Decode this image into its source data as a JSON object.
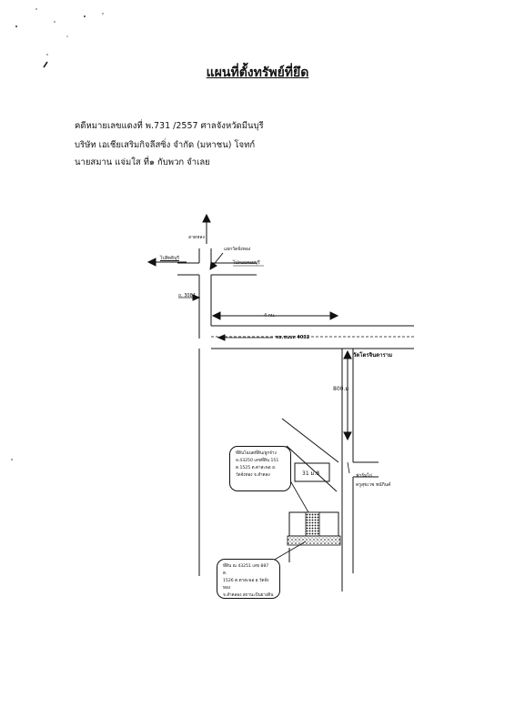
{
  "title": "แผนที่ตั้งทรัพย์ที่ยึด",
  "header": {
    "case_line": "คดีหมายเลขแดงที่ พ.731 /2557   ศาลจังหวัดมีนบุรี",
    "plaintiff_line": "บริษัท  เอเชียเสริมกิจลีสซิ่ง จำกัด (มหาชน) โจทก์",
    "defendant_line": "นายสมาน แจ่มใส  ที่๑ กับพวก              จำเลย"
  },
  "map": {
    "labels": {
      "north_place": "ลาดหลง",
      "west_place": "ไปสิทธิบุรี",
      "junction": "แยกวัดจั่งทอง",
      "east_place": "ไปดอยสอยบุรี",
      "route_3084": "ถ. 3084",
      "distance_4km": "4 กม.",
      "road_4032": "ทล.ชนบท 4032",
      "temple": "วัดโตรจินดาราม",
      "distance_800m": "800.ม",
      "house_number": "31 ม.8",
      "right_area_line1": "ฟาร์มไก่",
      "right_area_line2": "ครูสุขเวช พนักินค์"
    },
    "callout_top": [
      "ที่ดินโฉนดที่ดิน/ลูกจ้าง",
      "ล.43250 เลขที่ดิน 151",
      "ต.1525 ต.ตาสะพอ อ.",
      "วัดจั่งทอง จ.ลำคลง"
    ],
    "callout_bottom": [
      "ที่ดิน ณ 43251 เลข 887 ต.",
      "1526 ต.ตาสะพอ อ.วัดจั่งทอง",
      "จ.ลำคลอง สถานะปีนยางดิน"
    ]
  }
}
